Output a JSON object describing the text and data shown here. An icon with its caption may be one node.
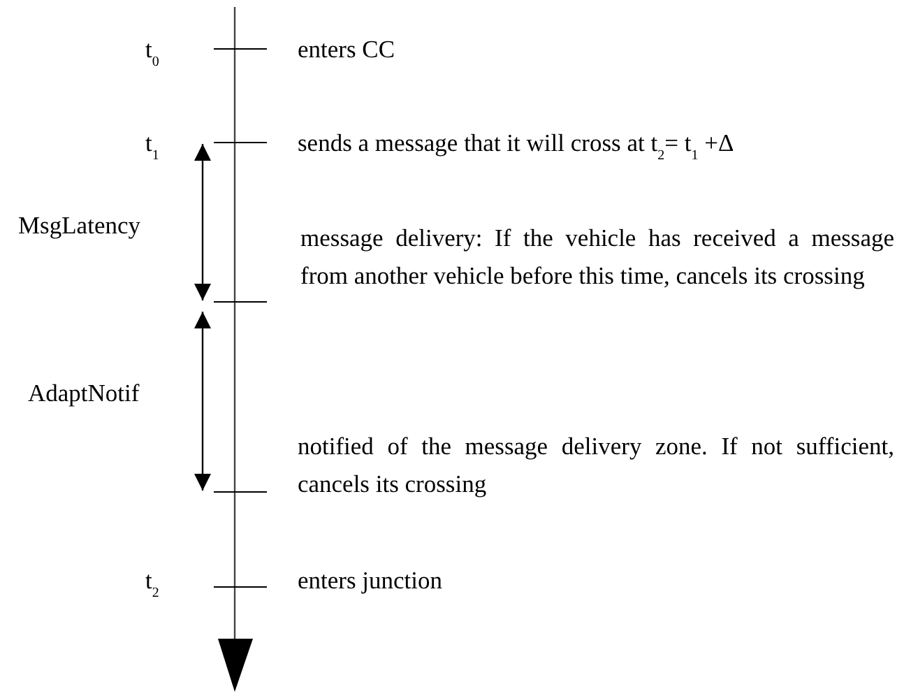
{
  "diagram": {
    "labels": [
      "t$_{0}$",
      "enters CC",
      "t$_{1}$",
      "sends a message that it will cross at t$_{2}$= t$_{1}$ +Δ",
      "MsgLatency",
      "message delivery: If the vehicle has received a message from another vehicle before this time, cancels its crossing",
      "AdaptNotif",
      "notified of the message delivery zone. If not sufficient, cancels its crossing",
      "t$_{2}$",
      "enters junction"
    ]
  }
}
